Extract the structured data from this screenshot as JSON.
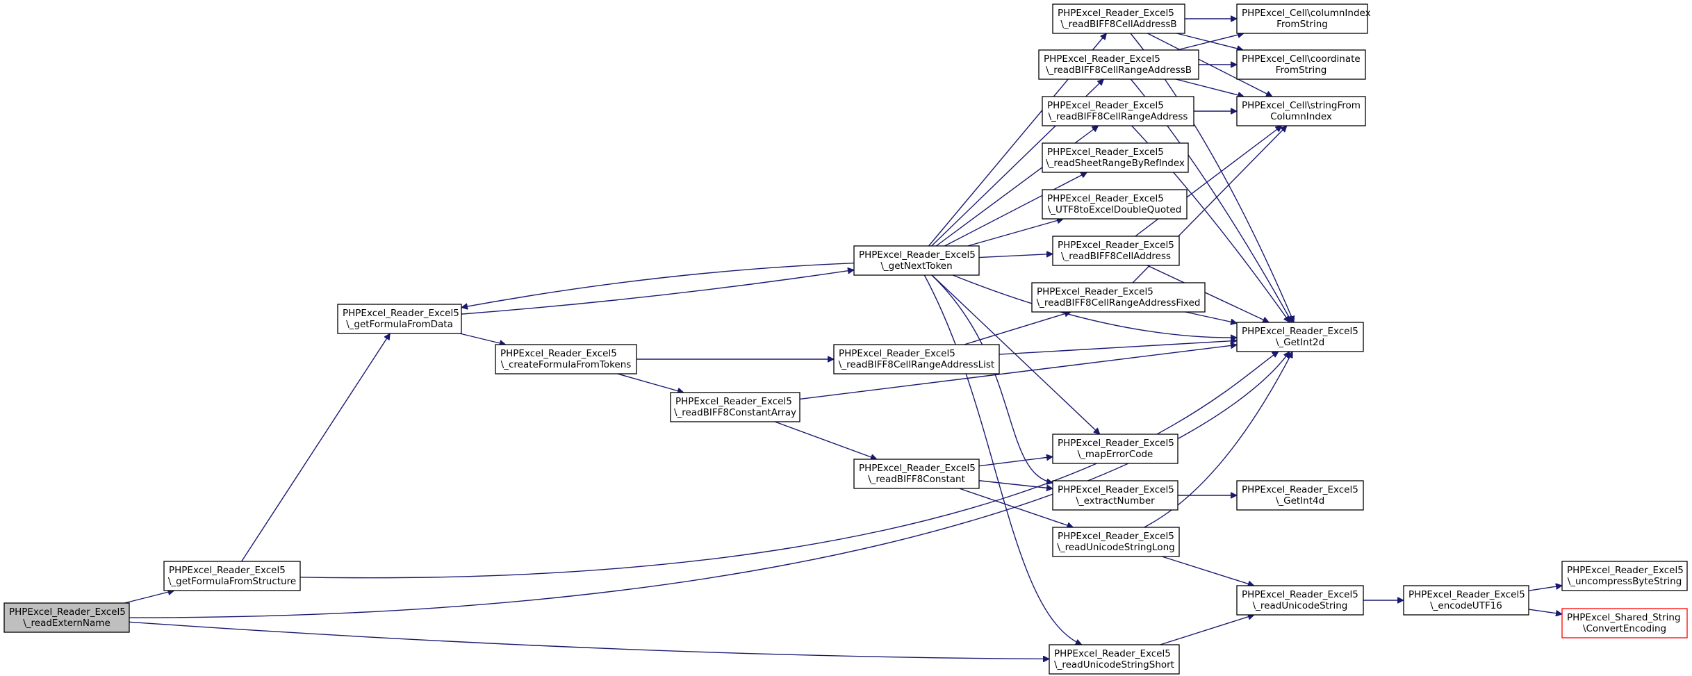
{
  "graph": {
    "nodes": [
      {
        "id": "readExternName",
        "lines": [
          "PHPExcel_Reader_Excel5",
          "\\_readExternName"
        ],
        "style": "root"
      },
      {
        "id": "getFormulaFromStructure",
        "lines": [
          "PHPExcel_Reader_Excel5",
          "\\_getFormulaFromStructure"
        ]
      },
      {
        "id": "getFormulaFromData",
        "lines": [
          "PHPExcel_Reader_Excel5",
          "\\_getFormulaFromData"
        ]
      },
      {
        "id": "createFormulaFromTokens",
        "lines": [
          "PHPExcel_Reader_Excel5",
          "\\_createFormulaFromTokens"
        ]
      },
      {
        "id": "readBIFF8ConstantArray",
        "lines": [
          "PHPExcel_Reader_Excel5",
          "\\_readBIFF8ConstantArray"
        ]
      },
      {
        "id": "getNextToken",
        "lines": [
          "PHPExcel_Reader_Excel5",
          "\\_getNextToken"
        ]
      },
      {
        "id": "readBIFF8CellRangeAddressList",
        "lines": [
          "PHPExcel_Reader_Excel5",
          "\\_readBIFF8CellRangeAddressList"
        ]
      },
      {
        "id": "readBIFF8Constant",
        "lines": [
          "PHPExcel_Reader_Excel5",
          "\\_readBIFF8Constant"
        ]
      },
      {
        "id": "readBIFF8CellAddressB",
        "lines": [
          "PHPExcel_Reader_Excel5",
          "\\_readBIFF8CellAddressB"
        ]
      },
      {
        "id": "readBIFF8CellRangeAddressB",
        "lines": [
          "PHPExcel_Reader_Excel5",
          "\\_readBIFF8CellRangeAddressB"
        ]
      },
      {
        "id": "readBIFF8CellRangeAddress",
        "lines": [
          "PHPExcel_Reader_Excel5",
          "\\_readBIFF8CellRangeAddress"
        ]
      },
      {
        "id": "readSheetRangeByRefIndex",
        "lines": [
          "PHPExcel_Reader_Excel5",
          "\\_readSheetRangeByRefIndex"
        ]
      },
      {
        "id": "UTF8toExcelDoubleQuoted",
        "lines": [
          "PHPExcel_Reader_Excel5",
          "\\_UTF8toExcelDoubleQuoted"
        ]
      },
      {
        "id": "readBIFF8CellAddress",
        "lines": [
          "PHPExcel_Reader_Excel5",
          "\\_readBIFF8CellAddress"
        ]
      },
      {
        "id": "readBIFF8CellRangeAddressFixed",
        "lines": [
          "PHPExcel_Reader_Excel5",
          "\\_readBIFF8CellRangeAddressFixed"
        ]
      },
      {
        "id": "mapErrorCode",
        "lines": [
          "PHPExcel_Reader_Excel5",
          "\\_mapErrorCode"
        ]
      },
      {
        "id": "extractNumber",
        "lines": [
          "PHPExcel_Reader_Excel5",
          "\\_extractNumber"
        ]
      },
      {
        "id": "readUnicodeStringLong",
        "lines": [
          "PHPExcel_Reader_Excel5",
          "\\_readUnicodeStringLong"
        ]
      },
      {
        "id": "readUnicodeStringShort",
        "lines": [
          "PHPExcel_Reader_Excel5",
          "\\_readUnicodeStringShort"
        ]
      },
      {
        "id": "columnIndexFromString",
        "lines": [
          "PHPExcel_Cell\\columnIndex",
          "FromString"
        ]
      },
      {
        "id": "coordinateFromString",
        "lines": [
          "PHPExcel_Cell\\coordinate",
          "FromString"
        ]
      },
      {
        "id": "stringFromColumnIndex",
        "lines": [
          "PHPExcel_Cell\\stringFrom",
          "ColumnIndex"
        ]
      },
      {
        "id": "GetInt2d",
        "lines": [
          "PHPExcel_Reader_Excel5",
          "\\_GetInt2d"
        ]
      },
      {
        "id": "GetInt4d",
        "lines": [
          "PHPExcel_Reader_Excel5",
          "\\_GetInt4d"
        ]
      },
      {
        "id": "readUnicodeString",
        "lines": [
          "PHPExcel_Reader_Excel5",
          "\\_readUnicodeString"
        ]
      },
      {
        "id": "encodeUTF16",
        "lines": [
          "PHPExcel_Reader_Excel5",
          "\\_encodeUTF16"
        ]
      },
      {
        "id": "uncompressByteString",
        "lines": [
          "PHPExcel_Reader_Excel5",
          "\\_uncompressByteString"
        ]
      },
      {
        "id": "ConvertEncoding",
        "lines": [
          "PHPExcel_Shared_String",
          "\\ConvertEncoding"
        ],
        "style": "red"
      }
    ],
    "edges": [
      {
        "from": "readExternName",
        "to": "getFormulaFromStructure"
      },
      {
        "from": "readExternName",
        "to": "GetInt2d"
      },
      {
        "from": "readExternName",
        "to": "readUnicodeStringShort"
      },
      {
        "from": "getFormulaFromStructure",
        "to": "getFormulaFromData"
      },
      {
        "from": "getFormulaFromStructure",
        "to": "GetInt2d"
      },
      {
        "from": "getFormulaFromData",
        "to": "createFormulaFromTokens"
      },
      {
        "from": "getFormulaFromData",
        "to": "getNextToken"
      },
      {
        "from": "getNextToken",
        "to": "getFormulaFromData"
      },
      {
        "from": "createFormulaFromTokens",
        "to": "readBIFF8ConstantArray"
      },
      {
        "from": "createFormulaFromTokens",
        "to": "readBIFF8CellRangeAddressList"
      },
      {
        "from": "readBIFF8ConstantArray",
        "to": "readBIFF8Constant"
      },
      {
        "from": "readBIFF8ConstantArray",
        "to": "GetInt2d"
      },
      {
        "from": "getNextToken",
        "to": "readBIFF8CellAddressB"
      },
      {
        "from": "getNextToken",
        "to": "readBIFF8CellRangeAddressB"
      },
      {
        "from": "getNextToken",
        "to": "readBIFF8CellRangeAddress"
      },
      {
        "from": "getNextToken",
        "to": "readSheetRangeByRefIndex"
      },
      {
        "from": "getNextToken",
        "to": "UTF8toExcelDoubleQuoted"
      },
      {
        "from": "getNextToken",
        "to": "readBIFF8CellAddress"
      },
      {
        "from": "getNextToken",
        "to": "GetInt2d"
      },
      {
        "from": "getNextToken",
        "to": "mapErrorCode"
      },
      {
        "from": "getNextToken",
        "to": "extractNumber"
      },
      {
        "from": "getNextToken",
        "to": "readUnicodeStringShort"
      },
      {
        "from": "readBIFF8CellRangeAddressList",
        "to": "readBIFF8CellRangeAddressFixed"
      },
      {
        "from": "readBIFF8CellRangeAddressList",
        "to": "GetInt2d"
      },
      {
        "from": "readBIFF8Constant",
        "to": "mapErrorCode"
      },
      {
        "from": "readBIFF8Constant",
        "to": "extractNumber"
      },
      {
        "from": "readBIFF8Constant",
        "to": "readUnicodeStringLong"
      },
      {
        "from": "readBIFF8CellAddressB",
        "to": "columnIndexFromString"
      },
      {
        "from": "readBIFF8CellAddressB",
        "to": "coordinateFromString"
      },
      {
        "from": "readBIFF8CellAddressB",
        "to": "stringFromColumnIndex"
      },
      {
        "from": "readBIFF8CellAddressB",
        "to": "GetInt2d"
      },
      {
        "from": "readBIFF8CellRangeAddressB",
        "to": "columnIndexFromString"
      },
      {
        "from": "readBIFF8CellRangeAddressB",
        "to": "coordinateFromString"
      },
      {
        "from": "readBIFF8CellRangeAddressB",
        "to": "stringFromColumnIndex"
      },
      {
        "from": "readBIFF8CellRangeAddressB",
        "to": "GetInt2d"
      },
      {
        "from": "readBIFF8CellRangeAddress",
        "to": "stringFromColumnIndex"
      },
      {
        "from": "readBIFF8CellRangeAddress",
        "to": "GetInt2d"
      },
      {
        "from": "readBIFF8CellAddress",
        "to": "stringFromColumnIndex"
      },
      {
        "from": "readBIFF8CellAddress",
        "to": "GetInt2d"
      },
      {
        "from": "readBIFF8CellRangeAddressFixed",
        "to": "stringFromColumnIndex"
      },
      {
        "from": "readBIFF8CellRangeAddressFixed",
        "to": "GetInt2d"
      },
      {
        "from": "extractNumber",
        "to": "GetInt4d"
      },
      {
        "from": "readUnicodeStringLong",
        "to": "GetInt2d"
      },
      {
        "from": "readUnicodeStringLong",
        "to": "readUnicodeString"
      },
      {
        "from": "readUnicodeStringShort",
        "to": "readUnicodeString"
      },
      {
        "from": "readUnicodeString",
        "to": "encodeUTF16"
      },
      {
        "from": "encodeUTF16",
        "to": "uncompressByteString"
      },
      {
        "from": "encodeUTF16",
        "to": "ConvertEncoding"
      }
    ],
    "colors": {
      "edge": "#191970",
      "root_fill": "#bfbfbf",
      "missing_border": "#ff0000"
    }
  }
}
